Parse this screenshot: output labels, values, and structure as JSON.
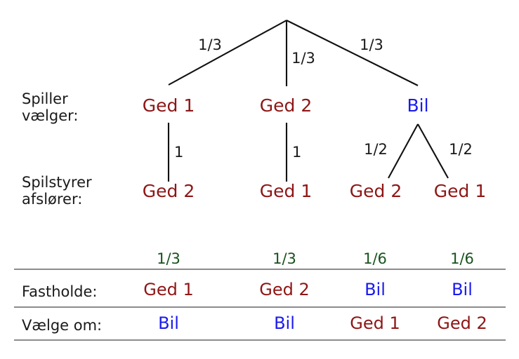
{
  "diagram": {
    "title_text_present": false,
    "colors": {
      "goat": "#8e1616",
      "car": "#1a1aee",
      "probability": "#18521c",
      "plain": "#1a1a1a",
      "rule": "#8c8c8c",
      "background": "#ffffff"
    },
    "row_labels": {
      "player_line1": "Spiller",
      "player_line2": "vælger:",
      "host_line1": "Spilstyrer",
      "host_line2": "afslører:"
    },
    "level1": {
      "edge_labels": [
        "1/3",
        "1/3",
        "1/3"
      ],
      "nodes": [
        {
          "label": "Ged 1",
          "kind": "goat"
        },
        {
          "label": "Ged 2",
          "kind": "goat"
        },
        {
          "label": "Bil",
          "kind": "car"
        }
      ]
    },
    "level2": {
      "edge_labels": [
        "1",
        "1",
        "1/2",
        "1/2"
      ],
      "nodes": [
        {
          "label": "Ged 2",
          "kind": "goat"
        },
        {
          "label": "Ged 1",
          "kind": "goat"
        },
        {
          "label": "Ged 2",
          "kind": "goat"
        },
        {
          "label": "Ged 1",
          "kind": "goat"
        }
      ]
    }
  },
  "table": {
    "header_row": {
      "label": "",
      "cells": [
        "1/3",
        "1/3",
        "1/6",
        "1/6"
      ]
    },
    "rows": [
      {
        "label": "Fastholde:",
        "cells": [
          {
            "text": "Ged 1",
            "kind": "goat"
          },
          {
            "text": "Ged 2",
            "kind": "goat"
          },
          {
            "text": "Bil",
            "kind": "car"
          },
          {
            "text": "Bil",
            "kind": "car"
          }
        ]
      },
      {
        "label": "Vælge om:",
        "cells": [
          {
            "text": "Bil",
            "kind": "car"
          },
          {
            "text": "Bil",
            "kind": "car"
          },
          {
            "text": "Ged 1",
            "kind": "goat"
          },
          {
            "text": "Ged 2",
            "kind": "goat"
          }
        ]
      }
    ]
  }
}
